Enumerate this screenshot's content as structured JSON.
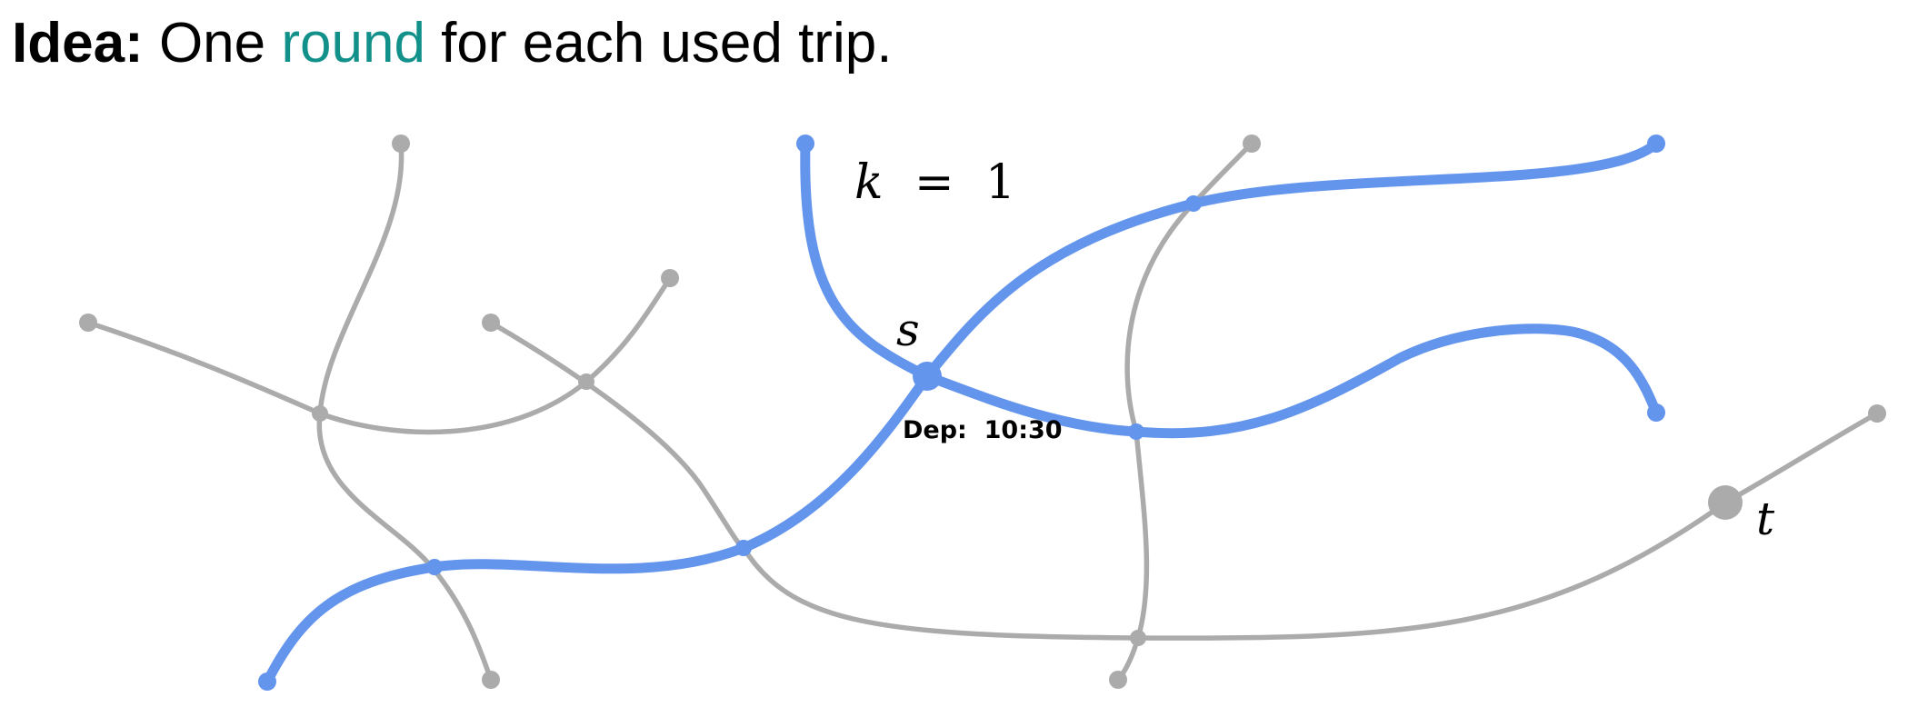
{
  "headline": {
    "bold_prefix": "Idea:",
    "before_highlight": " One ",
    "highlight": "round",
    "after_highlight": " for each used trip."
  },
  "round_label": {
    "variable": "k",
    "equals": "=",
    "value": "1"
  },
  "source_label": "s",
  "target_label": "t",
  "departure_label": "Dep:  10:30",
  "colors": {
    "highlight_text": "#12918a",
    "blue_route": "#6495ed",
    "gray_network": "#ababab",
    "text": "#000000"
  }
}
